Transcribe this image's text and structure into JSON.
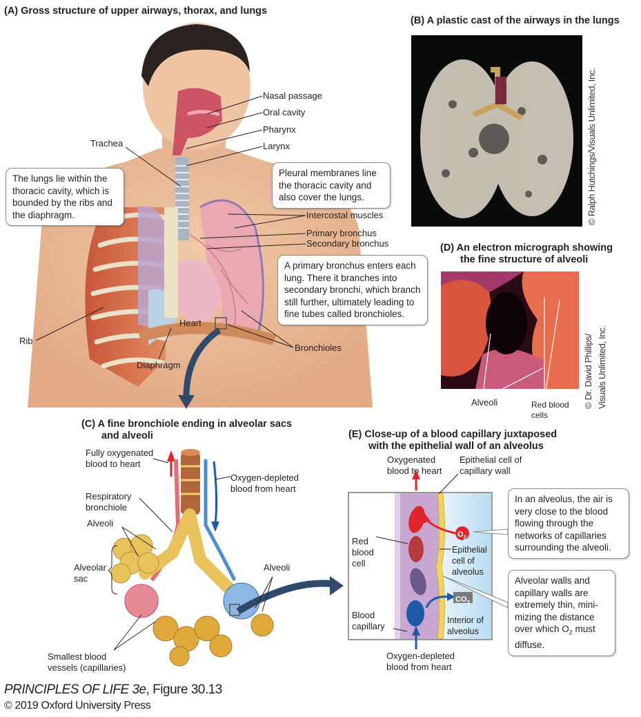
{
  "panels": {
    "A": {
      "title": "(A)  Gross structure of upper airways, thorax, and lungs",
      "labels": {
        "nasal_passage": "Nasal passage",
        "oral_cavity": "Oral cavity",
        "pharynx": "Pharynx",
        "larynx": "Larynx",
        "trachea": "Trachea",
        "intercostal_muscles": "Intercostal muscles",
        "primary_bronchus": "Primary bronchus",
        "secondary_bronchus": "Secondary bronchus",
        "heart": "Heart",
        "rib": "Rib",
        "diaphragm": "Diaphragm",
        "bronchioles": "Bronchioles"
      },
      "callouts": {
        "lungs_cavity": "The lungs lie within the thoracic cavity, which is bounded by the ribs and the diaphragm.",
        "pleural": "Pleural membranes line the thoracic cavity and also cover the lungs.",
        "bronchus": "A primary bronchus enters each lung. There it branches into secondary bronchi, which branch still further, ultimately leading to fine tubes called bronchioles."
      }
    },
    "B": {
      "title": "(B)  A plastic cast of the airways in the lungs",
      "credit": "© Ralph Hutchings/Visuals Unlimited, Inc."
    },
    "C": {
      "title_line1": "(C)  A fine bronchiole ending in alveolar sacs",
      "title_line2": "and alveoli",
      "labels": {
        "oxygenated_1": "Fully oxygenated",
        "oxygenated_2": "blood to heart",
        "depleted_1": "Oxygen-depleted",
        "depleted_2": "blood from heart",
        "resp_1": "Respiratory",
        "resp_2": "bronchiole",
        "alveoli_left": "Alveoli",
        "sac_1": "Alveolar",
        "sac_2": "sac",
        "alveoli_right": "Alveoli",
        "capillaries_1": "Smallest blood",
        "capillaries_2": "vessels (capillaries)"
      }
    },
    "D": {
      "title_line1": "(D)  An electron micrograph showing",
      "title_line2": "the fine structure of alveoli",
      "labels": {
        "alveoli": "Alveoli",
        "rbc_1": "Red blood",
        "rbc_2": "cells"
      },
      "credit_1": "© Dr. David Phillips/",
      "credit_2": "Visuals Unlimited, Inc."
    },
    "E": {
      "title_line1": "(E)  Close-up of a blood capillary juxtaposed",
      "title_line2": "with the epithelial wall of an alveolus",
      "labels": {
        "oxygenated_1": "Oxygenated",
        "oxygenated_2": "blood to heart",
        "epi_cap_1": "Epithelial cell of",
        "epi_cap_2": "capillary wall",
        "rbc_1": "Red",
        "rbc_2": "blood",
        "rbc_3": "cell",
        "epi_alv_1": "Epithelial",
        "epi_alv_2": "cell of",
        "epi_alv_3": "alveolus",
        "capillary_1": "Blood",
        "capillary_2": "capillary",
        "interior_1": "Interior of",
        "interior_2": "alveolus",
        "depleted_1": "Oxygen-depleted",
        "depleted_2": "blood from heart",
        "o2": "O",
        "o2_sub": "2",
        "co2": "CO",
        "co2_sub": "2"
      },
      "callouts": {
        "close": "In an alveolus, the air is very close to the blood flowing through the networks of capillaries surrounding the alveoli.",
        "thin_pre": "Alveolar walls and capillary walls are extremely thin, mini-mizing the distance over which O",
        "thin_sub": "2",
        "thin_post": " must diffuse."
      }
    }
  },
  "footer": {
    "book": "PRINCIPLES OF LIFE 3e",
    "figure": ", Figure 30.13",
    "copyright": "© 2019 Oxford University Press"
  },
  "colors": {
    "oxygenated_red": "#e0252b",
    "depleted_blue": "#1e5aa8",
    "arrow_navy": "#2f4a6b",
    "alveolus_blue": "#cfe6f5",
    "capillary_purple": "#c8a8d2",
    "airway_gold": "#e8c25a"
  }
}
